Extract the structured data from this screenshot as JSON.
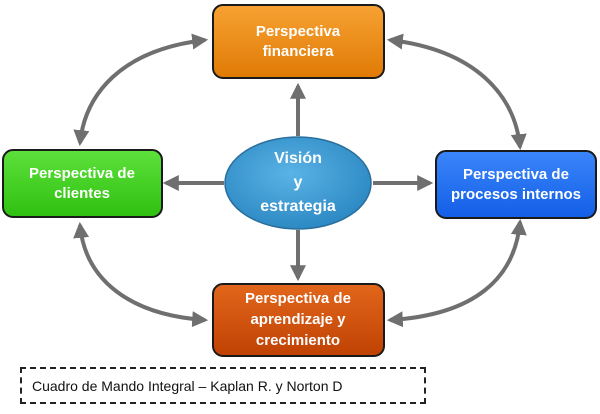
{
  "diagram": {
    "top": {
      "line1": "Perspectiva",
      "line2": "financiera",
      "color": "#F08A0A"
    },
    "left": {
      "line1": "Perspectiva de",
      "line2": "clientes",
      "color": "#3FD31F"
    },
    "right": {
      "line1": "Perspectiva de",
      "line2": "procesos internos",
      "color": "#1F6FF5"
    },
    "bottom": {
      "line1": "Perspectiva de",
      "line2": "aprendizaje y",
      "line3": "crecimiento",
      "color": "#D14F08"
    },
    "center": {
      "line1": "Visión",
      "line2": "y",
      "line3": "estrategia",
      "color": "#3C9BD3"
    }
  },
  "caption": "Cuadro de Mando Integral – Kaplan R. y Norton D"
}
